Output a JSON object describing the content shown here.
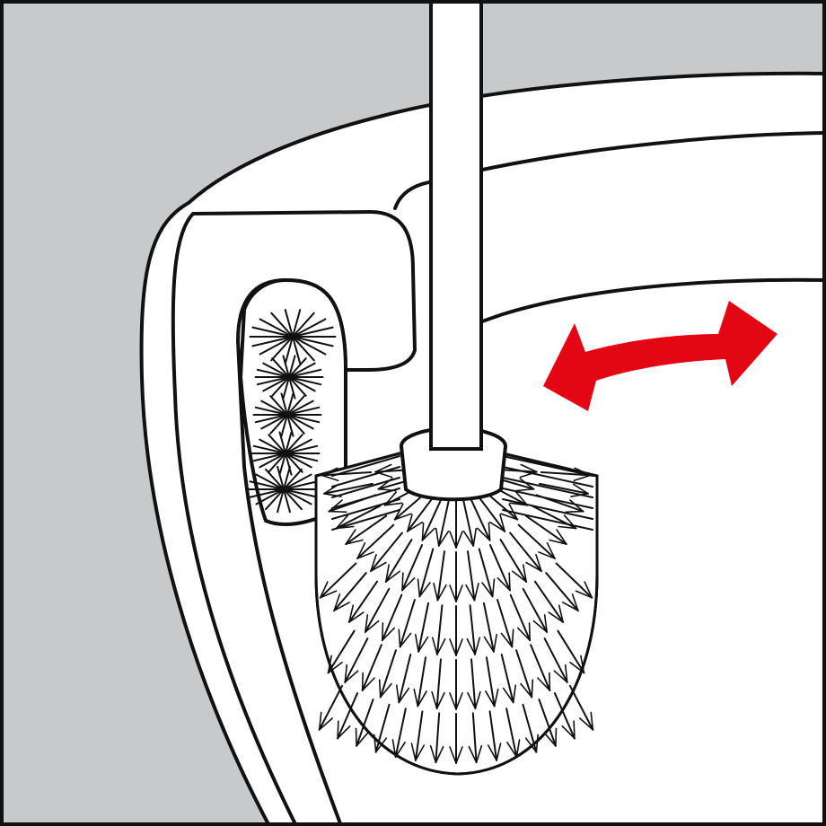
{
  "diagram": {
    "subject": "toilet-brush-in-bowl",
    "icons": [
      "toilet-bowl",
      "toilet-brush",
      "side-rim-brush",
      "double-arrow-icon"
    ],
    "colors": {
      "background": "#c8c9cb",
      "ceramic": "#ffffff",
      "outline": "#111111",
      "arrow": "#e30613"
    }
  }
}
